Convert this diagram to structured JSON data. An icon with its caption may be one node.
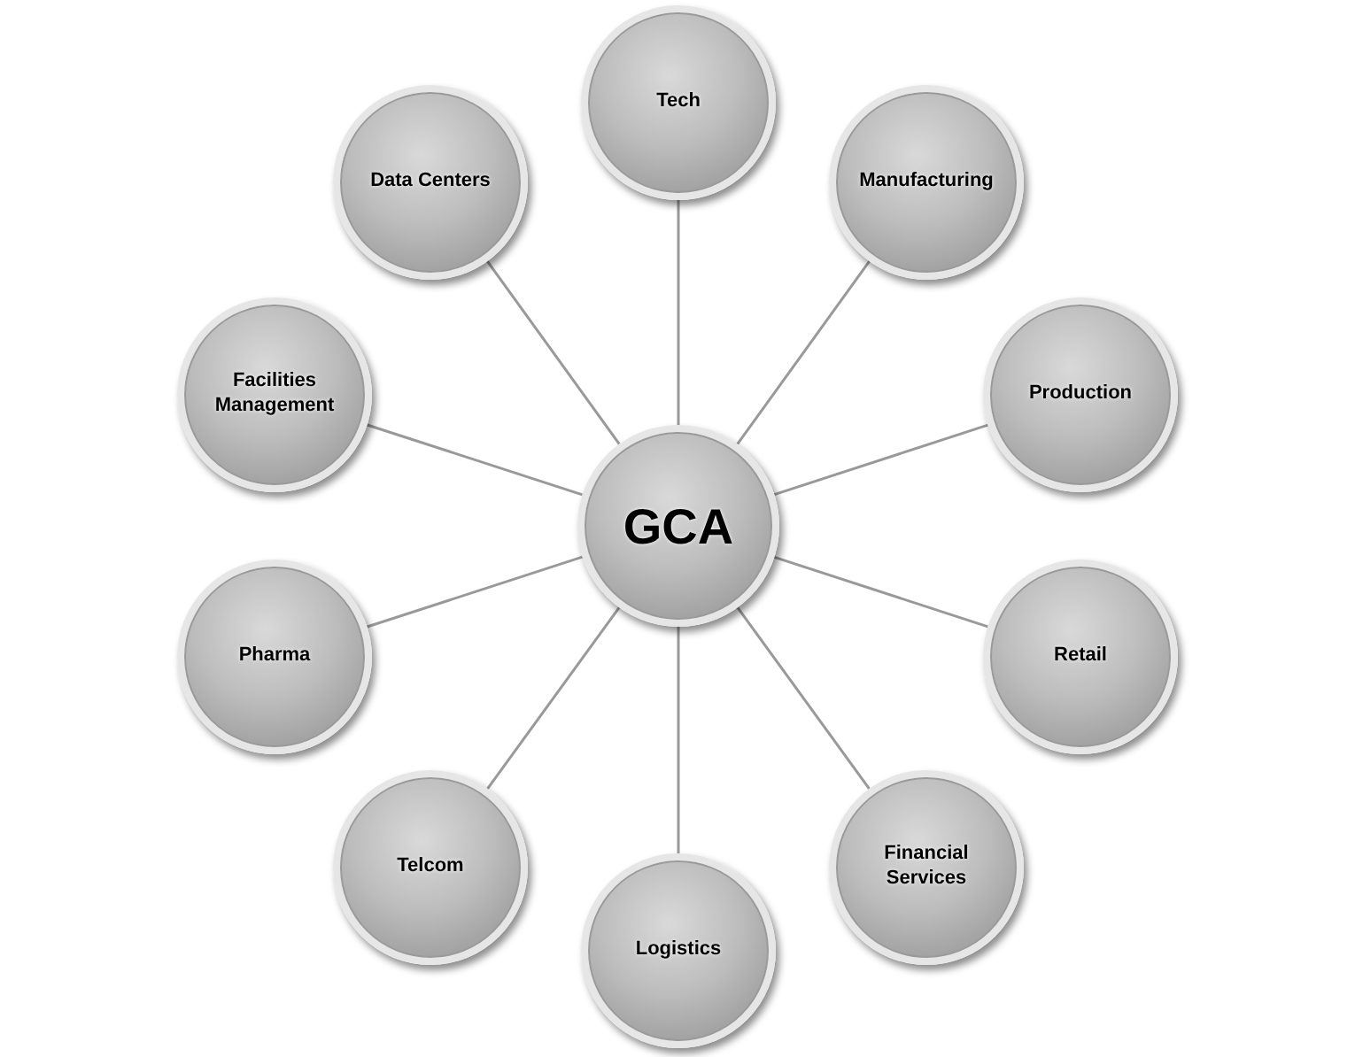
{
  "diagram": {
    "nodes": [
      {
        "text": [
          "GCA"
        ]
      },
      {
        "text": [
          "Tech"
        ]
      },
      {
        "text": [
          "Manufacturing"
        ]
      },
      {
        "text": [
          "Production"
        ]
      },
      {
        "text": [
          "Retail"
        ]
      },
      {
        "text": [
          "Financial Services"
        ]
      },
      {
        "text": [
          "Logistics"
        ]
      },
      {
        "text": [
          "Telcom"
        ]
      },
      {
        "text": [
          "Pharma"
        ]
      },
      {
        "text": [
          "Facilities Management"
        ]
      },
      {
        "text": [
          "Data Centers"
        ]
      }
    ],
    "edges": [
      {
        "from": 0,
        "to": 1,
        "arrow": "none"
      },
      {
        "from": 0,
        "to": 2,
        "arrow": "none"
      },
      {
        "from": 0,
        "to": 3,
        "arrow": "none"
      },
      {
        "from": 0,
        "to": 4,
        "arrow": "none"
      },
      {
        "from": 0,
        "to": 5,
        "arrow": "none"
      },
      {
        "from": 0,
        "to": 6,
        "arrow": "none"
      },
      {
        "from": 0,
        "to": 7,
        "arrow": "none"
      },
      {
        "from": 0,
        "to": 8,
        "arrow": "none"
      },
      {
        "from": 0,
        "to": 9,
        "arrow": "none"
      },
      {
        "from": 0,
        "to": 10,
        "arrow": "none"
      }
    ]
  }
}
